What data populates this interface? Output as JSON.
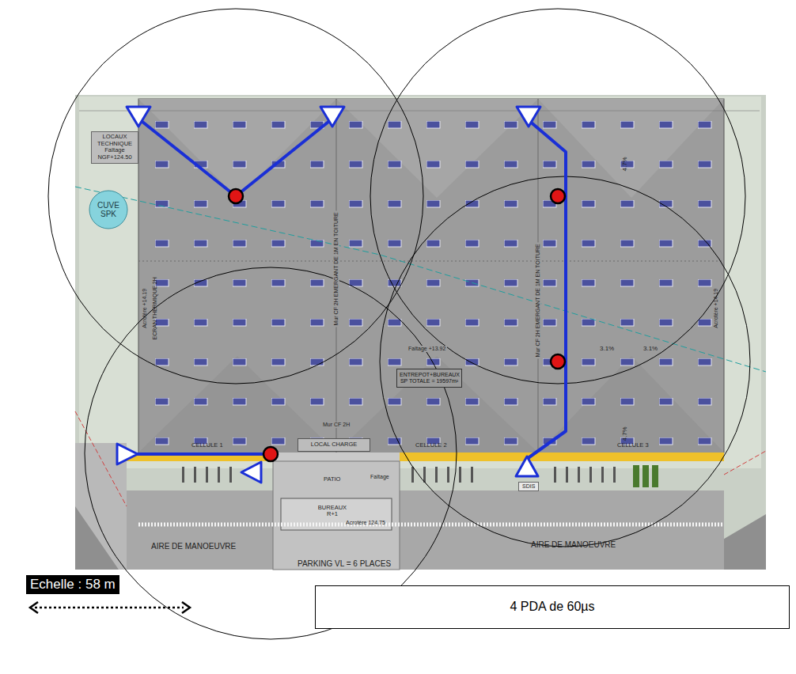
{
  "diagram": {
    "nodes": [
      {
        "text": [
          "LOCAUX TECHNIQUE",
          "Faîtage NGF+124.50"
        ]
      },
      {
        "text": [
          "CUVE SPK"
        ]
      },
      {
        "text": [
          "ENTREPOT+BUREAUX SP TOTALE = 19597m²"
        ]
      },
      {
        "text": [
          "LOCAL CHARGE"
        ]
      },
      {
        "text": [
          "SDIS"
        ]
      },
      {
        "text": [
          "Echelle : 58 m"
        ]
      },
      {
        "text": [
          "4 PDA de 60µs"
        ]
      }
    ],
    "labels": [
      "CELLULE 1",
      "CELLULE 2",
      "CELLULE 3",
      "PATIO",
      "Faîtage",
      "BUREAUX R+1",
      "Acrotère 124.75",
      "AIRE DE MANOEUVRE",
      "AIRE DE MANOEUVRE",
      "PARKING VL = 6 PLACES",
      "Faîtage +13.92",
      "3.1%",
      "3.1%",
      "4.7%",
      "4.7%",
      "Mur CF 2H EMERGANT DE 1M EN TOITURE",
      "Mur CF 2H EMERGANT DE 1M EN TOITURE",
      "Acrotère +14.19",
      "ECRAN THERMIQUE 2H",
      "Acrotère +14.19",
      "Mur CF 2H"
    ]
  }
}
